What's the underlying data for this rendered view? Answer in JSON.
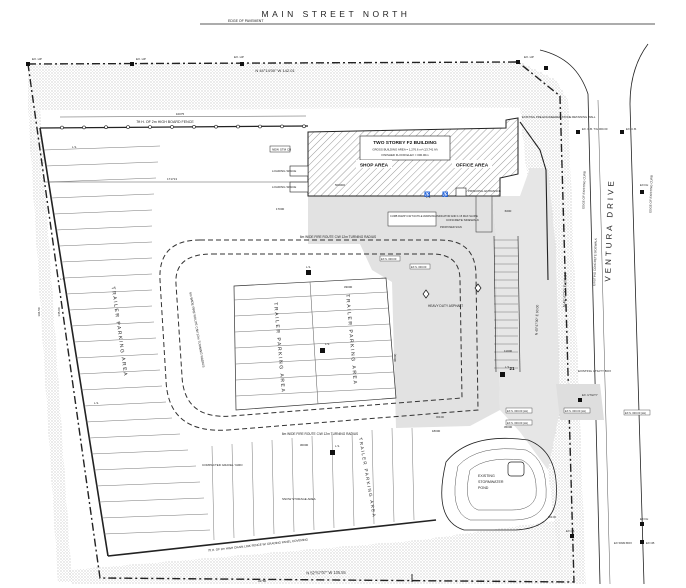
{
  "street": {
    "main": "MAIN STREET NORTH",
    "edge_of_pavement": "EDGE OF PAVEMENT",
    "side": "VENTURA DRIVE"
  },
  "building": {
    "title": "TWO STOREY F2 BUILDING",
    "details": "GROSS BUILDING AREA = 1,276.6 m² (13,741 ft²)",
    "floor": "FINISHED FLOOR ELEV = 000.00m",
    "shop": "SHOP AREA",
    "office": "OFFICE AREA"
  },
  "labels": {
    "fence_top": "7ft H. OF 2m HIGH BOARD FENCE",
    "new_stm": "NEW STM CB",
    "loading_1": "LOADING SPACE",
    "loading_2": "LOADING SPACE",
    "principal_entrance": "PRINCIPAL ENTRANCE",
    "concrete_sidewalk": "CONCRETE SIDEWALK",
    "curb_ramp": "CURB RAMP C/W TACTILE WARNING INDICATOR AND 1:15 MAX SLOPE",
    "fire_route_1": "6m WIDE FIRE ROUTE C/W 12m TURNING RADIUS",
    "fire_route_2": "6m WIDE FIRE ROUTE C/W 12m TURNING RADIUS",
    "fire_route_3": "6m WIDE FIRE ROUTE C/W 12m TURNING RADIUS",
    "heavy_duty": "HEAVY DUTY ASPHALT",
    "trailer_left": "TRAILER PARKING AREA",
    "trailer_center_1": "TRAILER PARKING AREA",
    "trailer_center_2": "TRAILER PARKING AREA",
    "trailer_bottom": "TRAILER PARKING AREA",
    "compacted_gravel": "COMPACTED GRAVEL YARD",
    "snow_storage": "SNOW STORAGE AREA",
    "stormwater": [
      "EXISTING",
      "STORMWATER",
      "POND"
    ],
    "fence_bottom": "7ft H. OF 2m HIGH CHAIN LINK FENCE W/ GRADING PANEL COVERING",
    "existing_utility": "EXISTING UTILITY BOX",
    "retaining_wall": "EXISTING PRE-ENGINEERED STONE RETAINING WALL",
    "concrete_sidewalk_side": "EXISTING CONCRETE SIDEWALK",
    "edge_of_existing_curb": "EDGE OF EXISTING CURB",
    "edge_of_existing_curb_2": "EDGE OF EXISTING CURB",
    "proposed_sign": "PROPOSED SIGN"
  },
  "dimensions": {
    "bearing_top": "N 44°14'00\" W   142.01",
    "bearing_bottom": "N 52°57'07\" W   135.55",
    "bearing_right": "N 45°47'30\" E   105.34",
    "bearing_right_2": "N 45°47'30\" E   60.00",
    "d1": "10075",
    "d2": "171713",
    "d3": "17000",
    "d4": "33000",
    "d5": "45000",
    "d6": "11000",
    "d7": "32760",
    "d8": "18000",
    "left_1": "194.50",
    "left_2": "145.00",
    "d9": "500000",
    "d10": "48000",
    "d11": "6000",
    "d12": "30000",
    "d13": "21"
  },
  "markers": {
    "ex_hp_tl": "EX. HP",
    "ex_hp_tc": "EX. HP",
    "ex_hp_tr": "EX. HP",
    "ex_hp_tr2": "EX. HP",
    "ex_cb_1": "EX. C.B. T/G 000.00",
    "ex_cb_2": "EX. C.B.",
    "ex_fh_1": "EX FH",
    "ex_fh_2": "EX FH",
    "ex_cb_3": "EX CB",
    "ex_utility": "EX. UTILITY",
    "ex_sww": "EX SWM BOX",
    "ex_cb_4": "EX CB",
    "ls_1": "L.S.",
    "ls_2": "L.S.",
    "ls_3": "L.S.",
    "ls_4": "L.S.",
    "ls_5": "L.S.",
    "ls_6": "L.S.",
    "ls_7": "L.S.",
    "ls_8": "L.S.",
    "elev_1": "EX S. 000.00",
    "elev_2": "EX S. 000.00",
    "elev_3": "EX S. 000.00 (LH)",
    "elev_4": "EX S. 000.00 (LH)",
    "elev_5": "EX S. 000.00 (LH)",
    "elev_6": "EX S. 000.00 (LH)",
    "elev_7": "000.00",
    "elev_8": "000.00"
  },
  "colors": {
    "ink": "#222222",
    "building_gray": "#cfcfcf",
    "asphalt_gray": "#e2e2e2",
    "stipple": "#9a9a9a"
  }
}
